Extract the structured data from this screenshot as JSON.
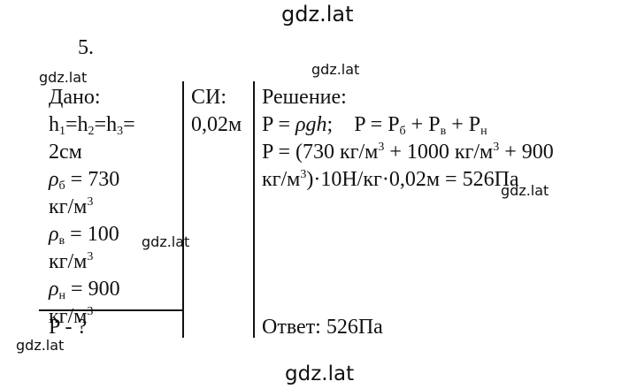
{
  "watermarks": {
    "top": "gdz.lat",
    "left_upper": "gdz.lat",
    "mid_upper": "gdz.lat",
    "right_mid": "gdz.lat",
    "mid_center": "gdz.lat",
    "left_bottom": "gdz.lat",
    "bottom": "gdz.lat"
  },
  "problem_number": "5.",
  "given": {
    "title": "Дано:",
    "h_line": {
      "h": "h",
      "s1": "1",
      "eq1": "=h",
      "s2": "2",
      "eq2": "=h",
      "s3": "3",
      "eq3": "="
    },
    "h_value": "2см",
    "rho_b": {
      "sym": "ρ",
      "sub": "б",
      "value": " = 730"
    },
    "rho_b_unit": {
      "text": "кг/м",
      "sup": "3"
    },
    "rho_v": {
      "sym": "ρ",
      "sub": "в",
      "value": " = 100"
    },
    "rho_v_unit": {
      "text": "кг/м",
      "sup": "3"
    },
    "rho_n": {
      "sym": "ρ",
      "sub": "н",
      "value": " = 900"
    },
    "rho_n_unit": {
      "text": "кг/м",
      "sup": "3"
    },
    "find": "P - ?"
  },
  "si": {
    "title": "СИ:",
    "value": "0,02м"
  },
  "solution": {
    "title": "Решение:",
    "line1": {
      "a": "P = ",
      "formula": "ρgh",
      "b": ";    P = P",
      "s1": "б",
      "c": " + P",
      "s2": "в",
      "d": " + P",
      "s3": "н"
    },
    "line2": {
      "a": "P = (730 кг/м",
      "sup1": "3",
      "b": " + 1000 кг/м",
      "sup2": "3",
      "c": " + 900"
    },
    "line3": {
      "a": "кг/м",
      "sup": "3",
      "b": ")·10Н/кг·0,02м = 526Па"
    },
    "answer": "Ответ: 526Па"
  }
}
